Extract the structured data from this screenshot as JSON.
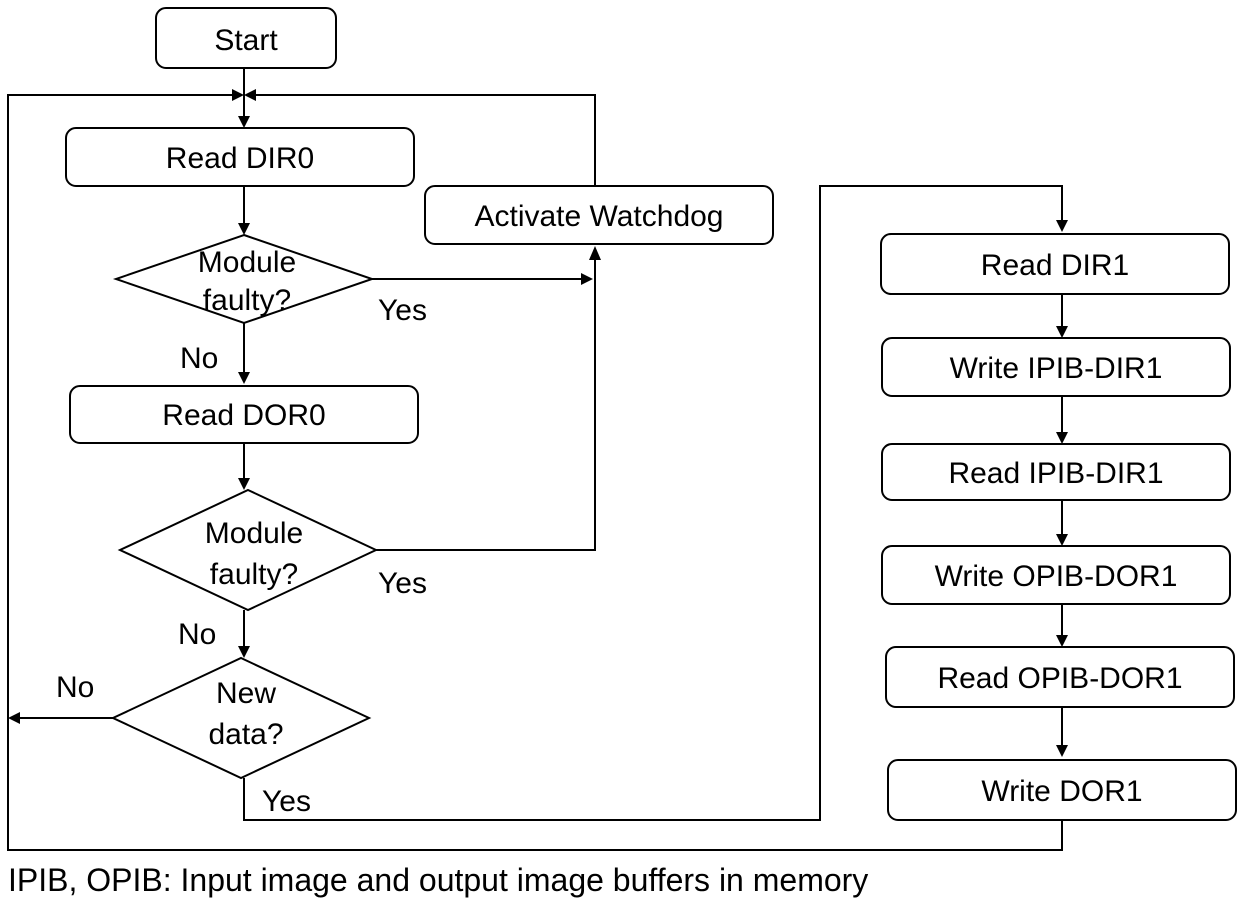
{
  "nodes": {
    "start": "Start",
    "read_dir0": "Read DIR0",
    "decision1": [
      "Module",
      "faulty?"
    ],
    "read_dor0": "Read DOR0",
    "decision2": [
      "Module",
      "faulty?"
    ],
    "decision3": [
      "New",
      "data?"
    ],
    "activate_watchdog": "Activate Watchdog",
    "read_dir1": "Read DIR1",
    "write_ipib_dir1": "Write IPIB-DIR1",
    "read_ipib_dir1": "Read IPIB-DIR1",
    "write_opib_dor1": "Write OPIB-DOR1",
    "read_opib_dor1": "Read OPIB-DOR1",
    "write_dor1": "Write DOR1"
  },
  "edge_labels": {
    "d1_yes": "Yes",
    "d1_no": "No",
    "d2_yes": "Yes",
    "d2_no": "No",
    "d3_no": "No",
    "d3_yes": "Yes"
  },
  "caption": "IPIB, OPIB: Input image and output image buffers in memory"
}
